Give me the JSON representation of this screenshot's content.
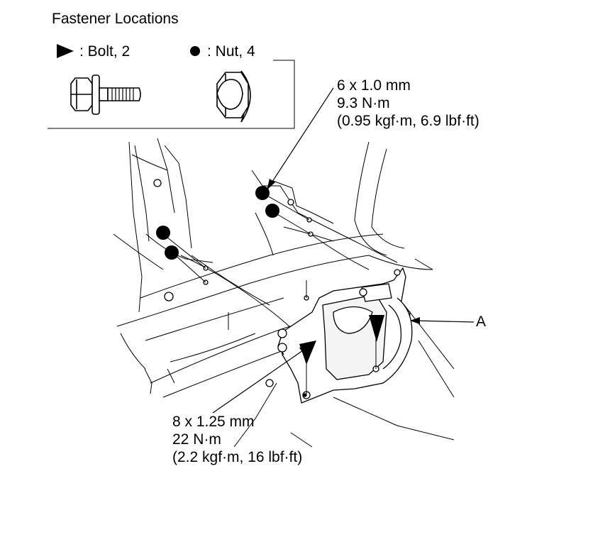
{
  "legend": {
    "title": "Fastener Locations",
    "bolt_label": ": Bolt, 2",
    "nut_label": ": Nut, 4"
  },
  "specs": {
    "top": {
      "size": "6 x 1.0 mm",
      "torque_nm": "9.3 N·m",
      "torque_alt": "(0.95 kgf·m, 6.9 lbf·ft)"
    },
    "bottom": {
      "size": "8 x 1.25 mm",
      "torque_nm": "22 N·m",
      "torque_alt": "(2.2 kgf·m, 16 lbf·ft)"
    }
  },
  "callouts": {
    "a": "A"
  },
  "icons": [
    "bolt-marker-icon",
    "nut-marker-icon",
    "bolt-illustration-icon",
    "nut-illustration-icon"
  ]
}
